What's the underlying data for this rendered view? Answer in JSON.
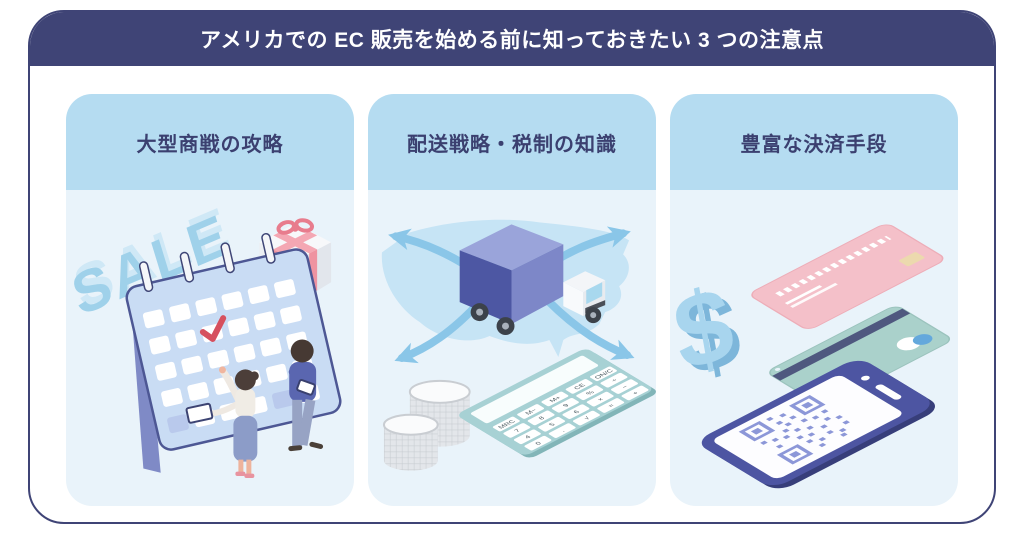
{
  "banner": {
    "title": "アメリカでの EC 販売を始める前に知っておきたい 3 つの注意点"
  },
  "columns": [
    {
      "title": "大型商戦の攻略"
    },
    {
      "title": "配送戦略・税制の知識"
    },
    {
      "title": "豊富な決済手段"
    }
  ],
  "illustration_text": {
    "sale": "SALE",
    "dollar": "$",
    "calculator_keys": [
      "MRC",
      "M−",
      "M+",
      "CE",
      "ON/C",
      "7",
      "8",
      "9",
      "%",
      "÷",
      "4",
      "5",
      "6",
      "×",
      "−",
      "0",
      ".",
      "√",
      "=",
      "+"
    ]
  },
  "illustrations": {
    "column_1": [
      "sale-3d-text",
      "desk-calendar",
      "red-check-mark",
      "gift-box",
      "woman-pointing-at-calendar",
      "man-holding-phone"
    ],
    "column_2": [
      "usa-map",
      "delivery-truck",
      "shipping-arrows",
      "coin-stacks",
      "calculator"
    ],
    "column_3": [
      "dollar-sign-3d",
      "credit-card-pink",
      "credit-card-teal",
      "smartphone-with-qr-code"
    ]
  },
  "colors": {
    "navy": "#3f4476",
    "header-blue": "#b5dcf1",
    "panel-blue": "#e9f3fa",
    "title-text": "#ffffff",
    "heading-text": "#3b4070",
    "illustration-blue": "#a3d3ec",
    "arrow-blue": "#8ac6e8",
    "indigo": "#5a66b0",
    "accent-pink": "#f3bdc6",
    "accent-teal": "#aad1cb",
    "check-red": "#d6505e"
  }
}
